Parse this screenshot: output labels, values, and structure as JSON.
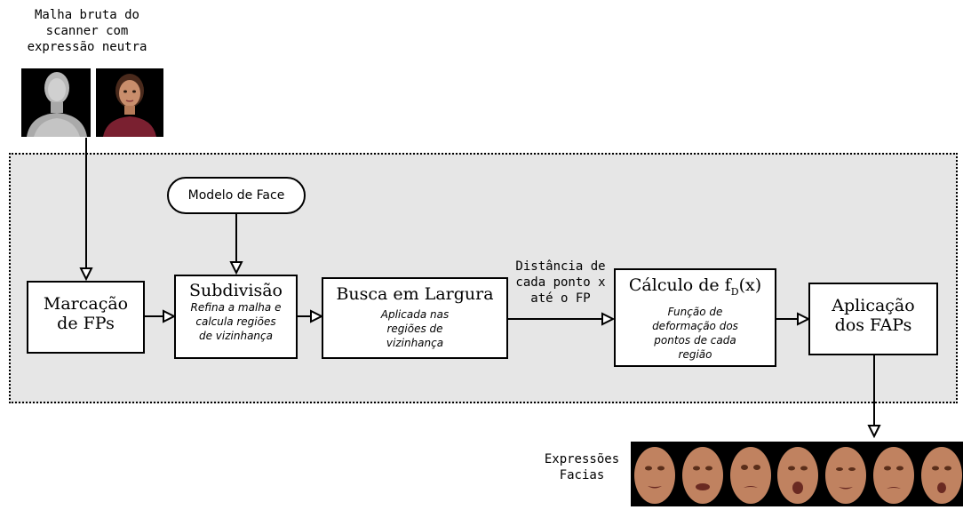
{
  "input": {
    "caption": [
      "Malha bruta do",
      "scanner com",
      "expressão neutra"
    ]
  },
  "face_model": {
    "label": "Modelo de Face"
  },
  "boxes": {
    "marcacao": {
      "title": [
        "Marcação",
        "de FPs"
      ]
    },
    "subdivisao": {
      "title": "Subdivisão",
      "desc": [
        "Refina a malha e",
        "calcula regiões",
        "de vizinhança"
      ]
    },
    "busca": {
      "title": "Busca em Largura",
      "desc": [
        "Aplicada nas",
        "regiões de",
        "vizinhança"
      ]
    },
    "calculo": {
      "title_prefix": "Cálculo de f",
      "title_sub": "D",
      "title_suffix": "(x)",
      "desc": [
        "Função de",
        "deformação dos",
        "pontos de cada",
        "região"
      ]
    },
    "aplicacao": {
      "title": [
        "Aplicação",
        "dos FAPs"
      ]
    }
  },
  "edge_label": [
    "Distância de",
    "cada ponto x",
    "até o FP"
  ],
  "output": {
    "caption": [
      "Expressões",
      "Facias"
    ]
  }
}
